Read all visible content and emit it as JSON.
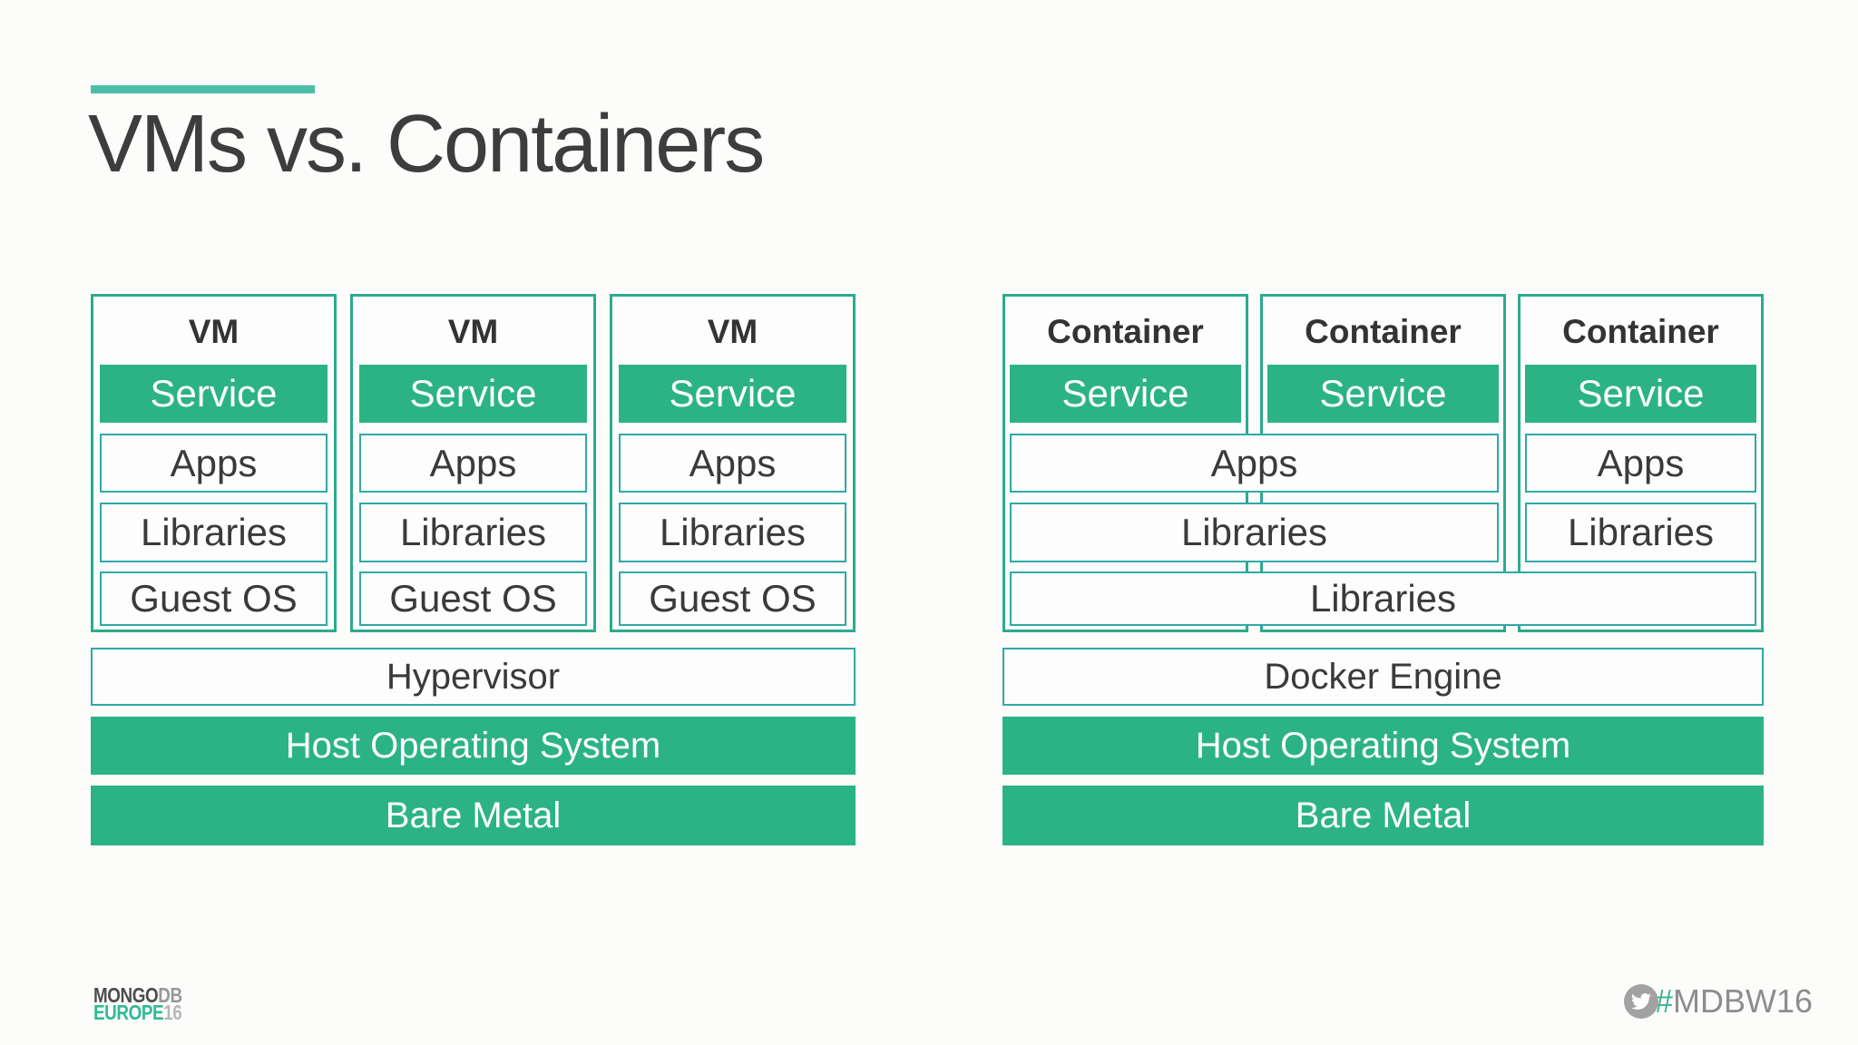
{
  "slide": {
    "title": "VMs vs. Containers"
  },
  "colors": {
    "green": "#2cb385",
    "border": "#2fa9a6",
    "outer": "#2bab8e",
    "accent": "#4dbfa6"
  },
  "vm_diagram": {
    "stacks": [
      {
        "header": "VM",
        "service": "Service",
        "apps": "Apps",
        "libraries": "Libraries",
        "guest_os": "Guest OS"
      },
      {
        "header": "VM",
        "service": "Service",
        "apps": "Apps",
        "libraries": "Libraries",
        "guest_os": "Guest OS"
      },
      {
        "header": "VM",
        "service": "Service",
        "apps": "Apps",
        "libraries": "Libraries",
        "guest_os": "Guest OS"
      }
    ],
    "hypervisor": "Hypervisor",
    "host_os": "Host Operating System",
    "bare_metal": "Bare Metal"
  },
  "container_diagram": {
    "stacks": [
      {
        "header": "Container",
        "service": "Service"
      },
      {
        "header": "Container",
        "service": "Service"
      },
      {
        "header": "Container",
        "service": "Service"
      }
    ],
    "apps_shared": "Apps",
    "apps_single": "Apps",
    "libraries_shared": "Libraries",
    "libraries_single": "Libraries",
    "libraries_all": "Libraries",
    "engine": "Docker Engine",
    "host_os": "Host Operating System",
    "bare_metal": "Bare Metal"
  },
  "footer": {
    "logo": {
      "line1_primary": "MONGO",
      "line1_secondary": "DB",
      "line2_primary": "EUROPE",
      "line2_secondary": "16"
    },
    "twitter_icon": "twitter-bird-icon",
    "hashtag_symbol": "#",
    "hashtag_label": "MDBW16"
  }
}
